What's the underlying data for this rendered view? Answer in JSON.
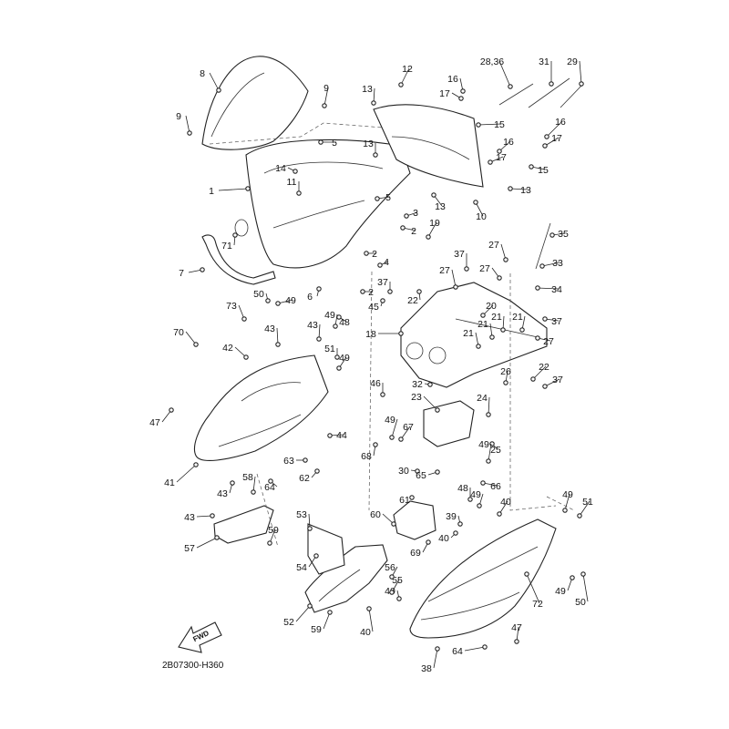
{
  "diagram": {
    "drawing_code": "2B07300-H360",
    "direction_label": "FWD",
    "callouts": [
      {
        "id": "c1",
        "label": "1"
      },
      {
        "id": "c2a",
        "label": "2"
      },
      {
        "id": "c2b",
        "label": "2"
      },
      {
        "id": "c2c",
        "label": "2"
      },
      {
        "id": "c3",
        "label": "3"
      },
      {
        "id": "c4",
        "label": "4"
      },
      {
        "id": "c5a",
        "label": "5"
      },
      {
        "id": "c5b",
        "label": "5"
      },
      {
        "id": "c6",
        "label": "6"
      },
      {
        "id": "c7",
        "label": "7"
      },
      {
        "id": "c8",
        "label": "8"
      },
      {
        "id": "c9a",
        "label": "9"
      },
      {
        "id": "c9b",
        "label": "9"
      },
      {
        "id": "c10",
        "label": "10"
      },
      {
        "id": "c11",
        "label": "11"
      },
      {
        "id": "c12",
        "label": "12"
      },
      {
        "id": "c13a",
        "label": "13"
      },
      {
        "id": "c13b",
        "label": "13"
      },
      {
        "id": "c13c",
        "label": "13"
      },
      {
        "id": "c13d",
        "label": "13"
      },
      {
        "id": "c14",
        "label": "14"
      },
      {
        "id": "c15a",
        "label": "15"
      },
      {
        "id": "c15b",
        "label": "15"
      },
      {
        "id": "c16a",
        "label": "16"
      },
      {
        "id": "c16b",
        "label": "16"
      },
      {
        "id": "c16c",
        "label": "16"
      },
      {
        "id": "c17a",
        "label": "17"
      },
      {
        "id": "c17b",
        "label": "17"
      },
      {
        "id": "c17c",
        "label": "17"
      },
      {
        "id": "c18",
        "label": "18"
      },
      {
        "id": "c19",
        "label": "19"
      },
      {
        "id": "c20",
        "label": "20"
      },
      {
        "id": "c21a",
        "label": "21"
      },
      {
        "id": "c21b",
        "label": "21"
      },
      {
        "id": "c21c",
        "label": "21"
      },
      {
        "id": "c21d",
        "label": "21"
      },
      {
        "id": "c22a",
        "label": "22"
      },
      {
        "id": "c22b",
        "label": "22"
      },
      {
        "id": "c23",
        "label": "23"
      },
      {
        "id": "c24",
        "label": "24"
      },
      {
        "id": "c25",
        "label": "25"
      },
      {
        "id": "c26",
        "label": "26"
      },
      {
        "id": "c27a",
        "label": "27"
      },
      {
        "id": "c27b",
        "label": "27"
      },
      {
        "id": "c27c",
        "label": "27"
      },
      {
        "id": "c27d",
        "label": "27"
      },
      {
        "id": "c28",
        "label": "28,36"
      },
      {
        "id": "c29",
        "label": "29"
      },
      {
        "id": "c30",
        "label": "30"
      },
      {
        "id": "c31",
        "label": "31"
      },
      {
        "id": "c32",
        "label": "32"
      },
      {
        "id": "c33",
        "label": "33"
      },
      {
        "id": "c34",
        "label": "34"
      },
      {
        "id": "c35",
        "label": "35"
      },
      {
        "id": "c37a",
        "label": "37"
      },
      {
        "id": "c37b",
        "label": "37"
      },
      {
        "id": "c37c",
        "label": "37"
      },
      {
        "id": "c37d",
        "label": "37"
      },
      {
        "id": "c38",
        "label": "38"
      },
      {
        "id": "c39",
        "label": "39"
      },
      {
        "id": "c40a",
        "label": "40"
      },
      {
        "id": "c40b",
        "label": "40"
      },
      {
        "id": "c40c",
        "label": "40"
      },
      {
        "id": "c40d",
        "label": "40"
      },
      {
        "id": "c41",
        "label": "41"
      },
      {
        "id": "c42",
        "label": "42"
      },
      {
        "id": "c43a",
        "label": "43"
      },
      {
        "id": "c43b",
        "label": "43"
      },
      {
        "id": "c43c",
        "label": "43"
      },
      {
        "id": "c43d",
        "label": "43"
      },
      {
        "id": "c44",
        "label": "44"
      },
      {
        "id": "c45",
        "label": "45"
      },
      {
        "id": "c46",
        "label": "46"
      },
      {
        "id": "c47a",
        "label": "47"
      },
      {
        "id": "c47b",
        "label": "47"
      },
      {
        "id": "c48a",
        "label": "48"
      },
      {
        "id": "c48b",
        "label": "48"
      },
      {
        "id": "c49a",
        "label": "49"
      },
      {
        "id": "c49b",
        "label": "49"
      },
      {
        "id": "c49c",
        "label": "49"
      },
      {
        "id": "c49d",
        "label": "49"
      },
      {
        "id": "c49e",
        "label": "49"
      },
      {
        "id": "c49f",
        "label": "49"
      },
      {
        "id": "c49g",
        "label": "49"
      },
      {
        "id": "c49h",
        "label": "49"
      },
      {
        "id": "c50a",
        "label": "50"
      },
      {
        "id": "c50b",
        "label": "50"
      },
      {
        "id": "c51a",
        "label": "51"
      },
      {
        "id": "c51b",
        "label": "51"
      },
      {
        "id": "c52",
        "label": "52"
      },
      {
        "id": "c53",
        "label": "53"
      },
      {
        "id": "c54",
        "label": "54"
      },
      {
        "id": "c55",
        "label": "55"
      },
      {
        "id": "c56",
        "label": "56"
      },
      {
        "id": "c57",
        "label": "57"
      },
      {
        "id": "c58",
        "label": "58"
      },
      {
        "id": "c59a",
        "label": "59"
      },
      {
        "id": "c59b",
        "label": "59"
      },
      {
        "id": "c60",
        "label": "60"
      },
      {
        "id": "c61",
        "label": "61"
      },
      {
        "id": "c62",
        "label": "62"
      },
      {
        "id": "c63",
        "label": "63"
      },
      {
        "id": "c64a",
        "label": "64"
      },
      {
        "id": "c64b",
        "label": "64"
      },
      {
        "id": "c65",
        "label": "65"
      },
      {
        "id": "c66",
        "label": "66"
      },
      {
        "id": "c67",
        "label": "67"
      },
      {
        "id": "c68",
        "label": "68"
      },
      {
        "id": "c69",
        "label": "69"
      },
      {
        "id": "c70",
        "label": "70"
      },
      {
        "id": "c71",
        "label": "71"
      },
      {
        "id": "c72",
        "label": "72"
      },
      {
        "id": "c73",
        "label": "73"
      }
    ]
  }
}
